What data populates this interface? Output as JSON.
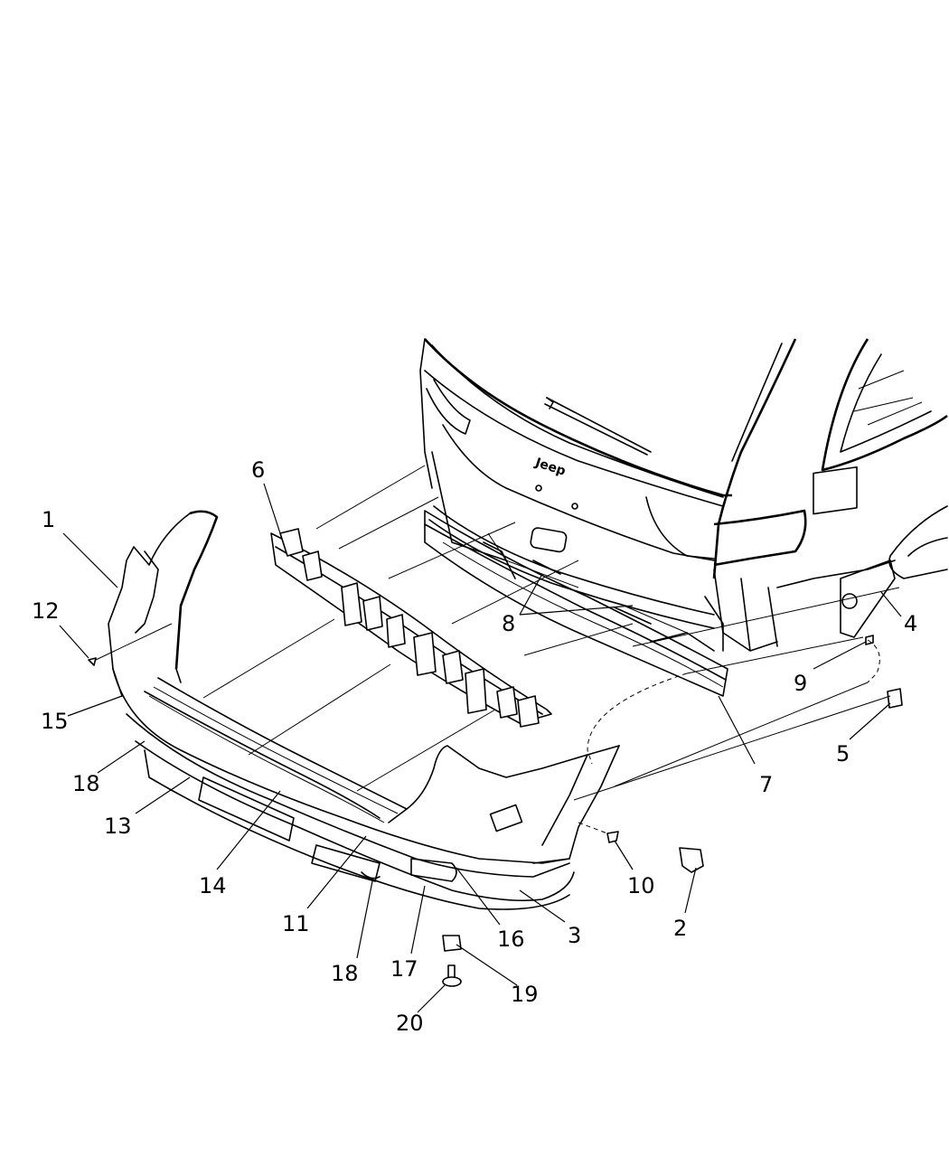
{
  "diagram": {
    "brand_badge": "Jeep",
    "callouts": [
      {
        "id": "c1",
        "label": "1"
      },
      {
        "id": "c2",
        "label": "2"
      },
      {
        "id": "c3",
        "label": "3"
      },
      {
        "id": "c4",
        "label": "4"
      },
      {
        "id": "c5",
        "label": "5"
      },
      {
        "id": "c6",
        "label": "6"
      },
      {
        "id": "c7",
        "label": "7"
      },
      {
        "id": "c8",
        "label": "8"
      },
      {
        "id": "c9",
        "label": "9"
      },
      {
        "id": "c10",
        "label": "10"
      },
      {
        "id": "c11",
        "label": "11"
      },
      {
        "id": "c12",
        "label": "12"
      },
      {
        "id": "c13",
        "label": "13"
      },
      {
        "id": "c14",
        "label": "14"
      },
      {
        "id": "c15",
        "label": "15"
      },
      {
        "id": "c16",
        "label": "16"
      },
      {
        "id": "c17",
        "label": "17"
      },
      {
        "id": "c18a",
        "label": "18"
      },
      {
        "id": "c18b",
        "label": "18"
      },
      {
        "id": "c19",
        "label": "19"
      },
      {
        "id": "c20",
        "label": "20"
      }
    ]
  }
}
